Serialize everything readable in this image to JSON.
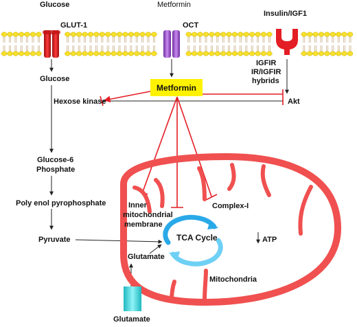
{
  "labels": {
    "glucose_top": "Glucose",
    "glut1": "GLUT-1",
    "metformin_top": "Metformin",
    "oct": "OCT",
    "insulin": "Insulin/IGF1",
    "igfir": "IGFIR",
    "ir_igfir": "IR/IGFIR",
    "hybrids": "hybrids",
    "glucose_inside": "Glucose",
    "metformin_box": "Metformin",
    "hexose_kinase": "Hexose kinase",
    "akt": "Akt",
    "glucose6": "Glucose-6",
    "phosphate": "Phosphate",
    "poly_enol": "Poly enol pyrophosphate",
    "pyruvate": "Pyruvate",
    "inner1": "Inner",
    "inner2": "mitochondrial",
    "inner3": "membrane",
    "complex1": "Complex-I",
    "tca": "TCA Cycle",
    "atp": "ATP",
    "glutamate_inner": "Glutamate",
    "mitochondria": "Mitochondria",
    "glutamate_bottom": "Glutamate"
  },
  "colors": {
    "inhibit": "#e31e24",
    "mito": "#f05050",
    "metformin_box": "#fff200",
    "oct": "#a35ad9",
    "glut": "#d01818",
    "transporter": "#33e0e8",
    "tca": "#2aa9e8",
    "lipid_head": "#f7e12a"
  }
}
